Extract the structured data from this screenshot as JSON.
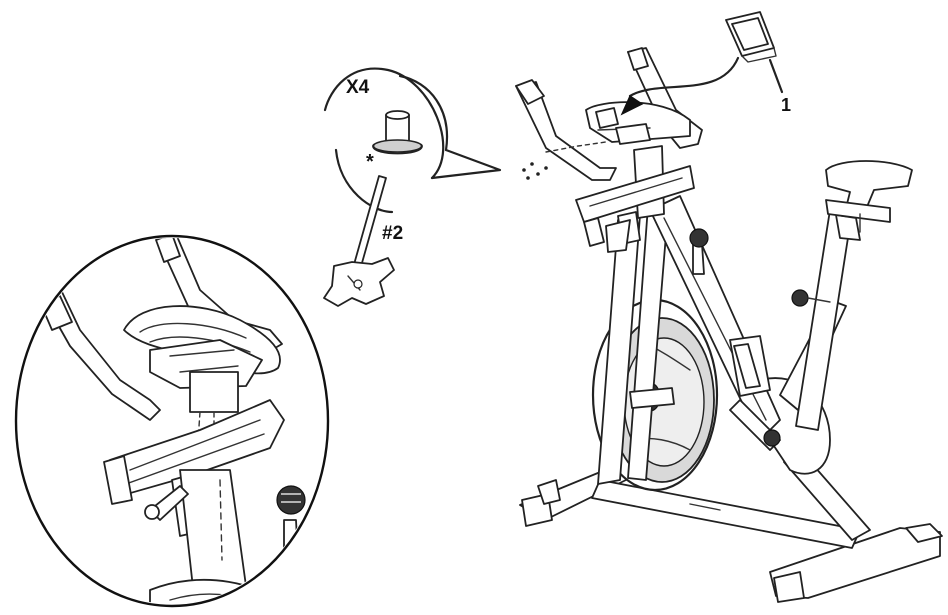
{
  "labels": {
    "quantity": "X4",
    "asterisk": "*",
    "tool": "#2",
    "console_callout": "1"
  }
}
